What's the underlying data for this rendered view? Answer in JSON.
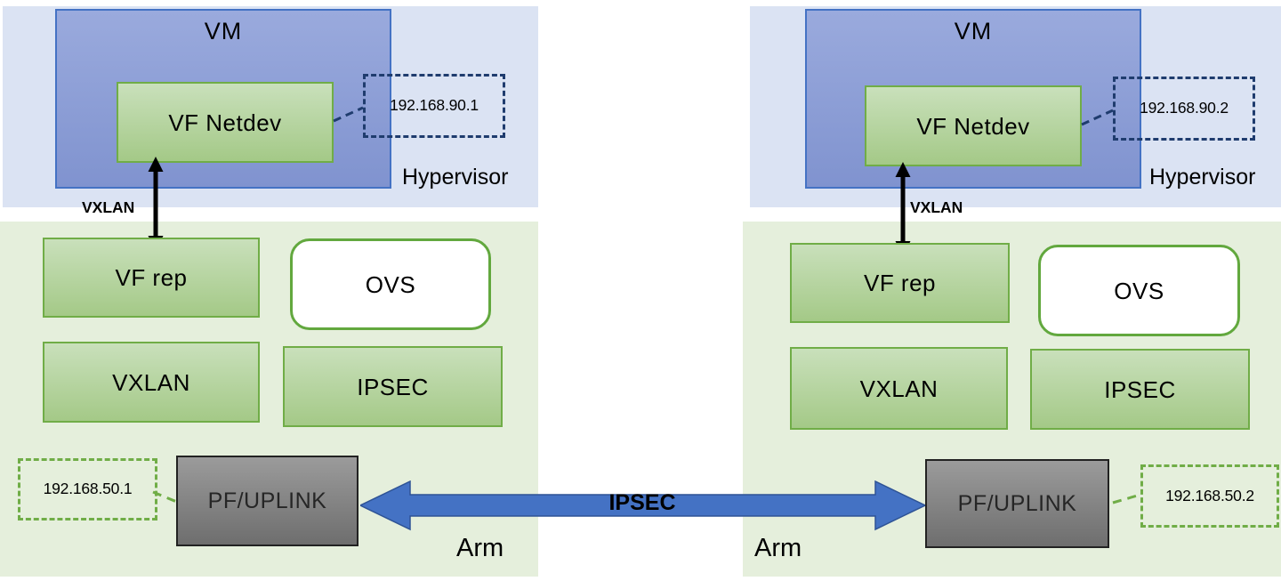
{
  "nodes": {
    "left": {
      "vm": "VM",
      "vf_netdev": "VF Netdev",
      "vm_ip": "192.168.90.1",
      "hypervisor": "Hypervisor",
      "vxlan_link": "VXLAN",
      "vf_rep": "VF rep",
      "ovs": "OVS",
      "vxlan": "VXLAN",
      "ipsec": "IPSEC",
      "pf_uplink": "PF/UPLINK",
      "uplink_ip": "192.168.50.1",
      "arm": "Arm"
    },
    "right": {
      "vm": "VM",
      "vf_netdev": "VF Netdev",
      "vm_ip": "192.168.90.2",
      "hypervisor": "Hypervisor",
      "vxlan_link": "VXLAN",
      "vf_rep": "VF rep",
      "ovs": "OVS",
      "vxlan": "VXLAN",
      "ipsec": "IPSEC",
      "pf_uplink": "PF/UPLINK",
      "uplink_ip": "192.168.50.2",
      "arm": "Arm"
    },
    "tunnel": {
      "label": "IPSEC"
    }
  },
  "colors": {
    "hypervisor_bg": "#dbe3f3",
    "vm_fill": "#8da0d6",
    "vm_border": "#4472c4",
    "green_fill": "#b7d6a1",
    "green_border": "#70ad47",
    "ovs_border": "#62a83e",
    "arm_bg": "#e5efdc",
    "uplink_fill": "#8c8c8c",
    "uplink_border": "#222222",
    "ip_dash_navy": "#1f3c6e",
    "ip_dash_green": "#70ad47",
    "tunnel_fill": "#4472c4",
    "tunnel_border": "#2e5395",
    "arrow_black": "#000000"
  }
}
